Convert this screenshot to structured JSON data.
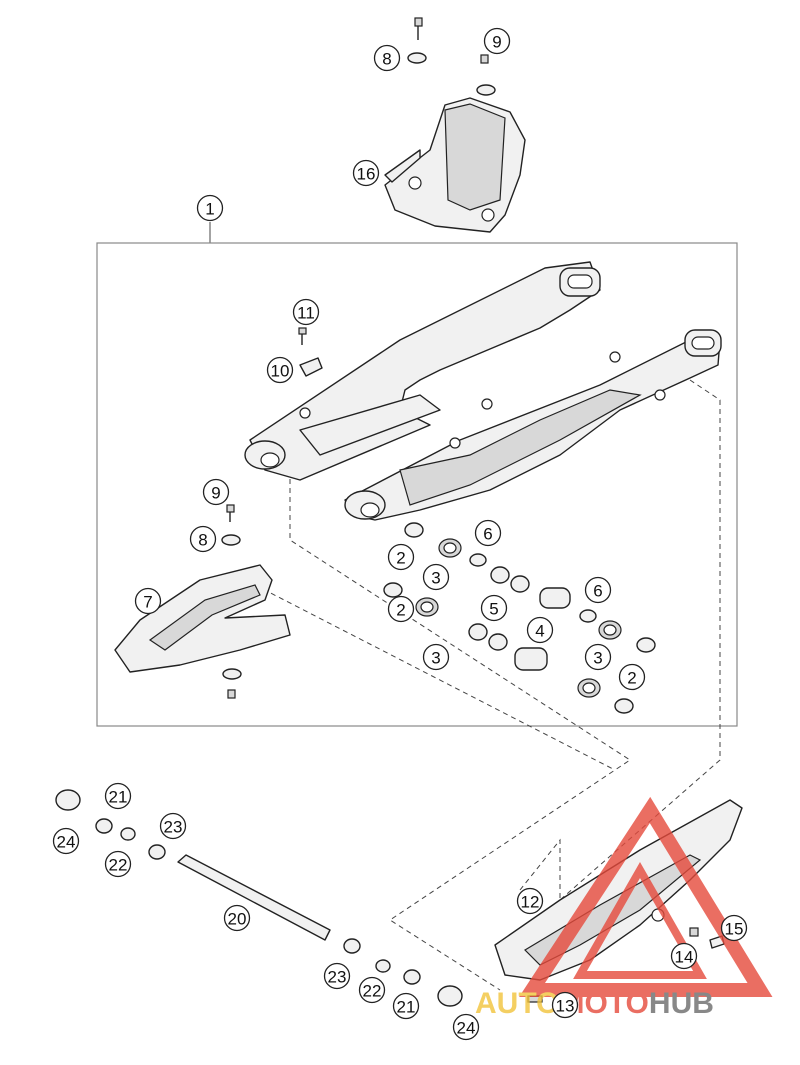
{
  "callouts": [
    {
      "label": "1"
    },
    {
      "label": "8"
    },
    {
      "label": "9"
    },
    {
      "label": "16"
    },
    {
      "label": "11"
    },
    {
      "label": "10"
    },
    {
      "label": "9"
    },
    {
      "label": "8"
    },
    {
      "label": "7"
    },
    {
      "label": "2"
    },
    {
      "label": "3"
    },
    {
      "label": "6"
    },
    {
      "label": "2"
    },
    {
      "label": "3"
    },
    {
      "label": "5"
    },
    {
      "label": "4"
    },
    {
      "label": "6"
    },
    {
      "label": "3"
    },
    {
      "label": "2"
    },
    {
      "label": "21"
    },
    {
      "label": "24"
    },
    {
      "label": "23"
    },
    {
      "label": "22"
    },
    {
      "label": "20"
    },
    {
      "label": "12"
    },
    {
      "label": "15"
    },
    {
      "label": "14"
    },
    {
      "label": "13"
    },
    {
      "label": "23"
    },
    {
      "label": "22"
    },
    {
      "label": "21"
    },
    {
      "label": "24"
    }
  ],
  "watermark": {
    "part1": "AUTO",
    "part2": "MOTO",
    "part3": "HUB",
    "color_auto": "#f2c43c",
    "color_moto": "#e64a3c",
    "color_hub": "#6b6b6b",
    "logo_color": "#e64a3c"
  }
}
